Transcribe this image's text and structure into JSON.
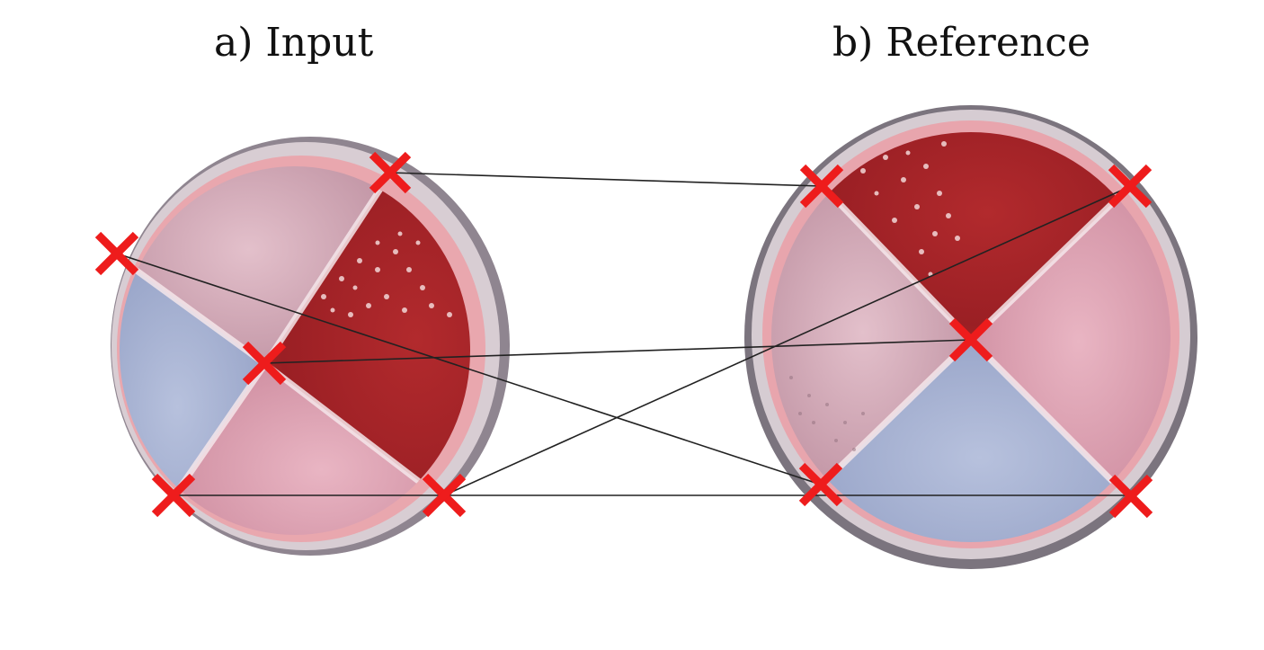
{
  "panels": {
    "input": {
      "label": "a) Input"
    },
    "reference": {
      "label": "b) Reference"
    }
  },
  "colors": {
    "marker": "#ee1c1c",
    "match_line": "#222222",
    "blood_agar": "#a8262a",
    "pink_agar": "#e3a6b6",
    "blue_agar": "#a7b3d2"
  },
  "matches": [
    {
      "input_point": "top-right",
      "reference_point": "top-left"
    },
    {
      "input_point": "left",
      "reference_point": "bottom-left"
    },
    {
      "input_point": "center",
      "reference_point": "center"
    },
    {
      "input_point": "bottom-left",
      "reference_point": "bottom-right"
    },
    {
      "input_point": "bottom-right",
      "reference_point": "top-right"
    }
  ]
}
